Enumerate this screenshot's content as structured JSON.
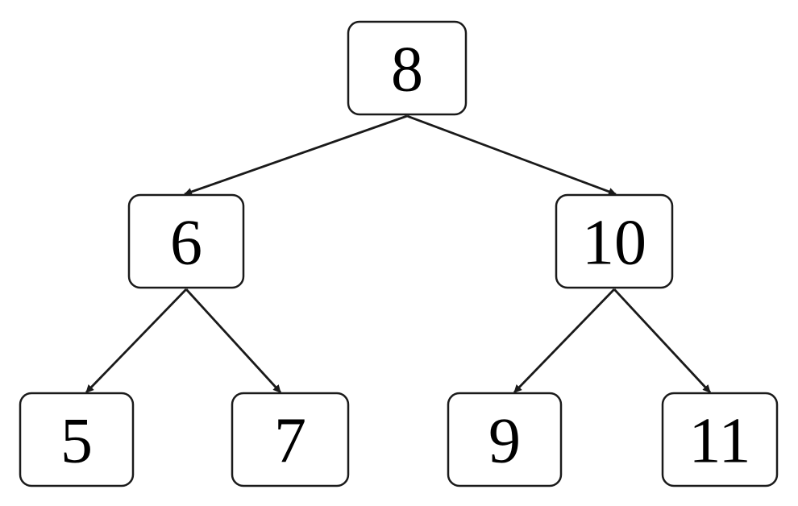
{
  "tree": {
    "nodes": [
      {
        "id": "n8",
        "label": "8"
      },
      {
        "id": "n6",
        "label": "6"
      },
      {
        "id": "n10",
        "label": "10"
      },
      {
        "id": "n5",
        "label": "5"
      },
      {
        "id": "n7",
        "label": "7"
      },
      {
        "id": "n9",
        "label": "9"
      },
      {
        "id": "n11",
        "label": "11"
      }
    ],
    "edges": [
      {
        "from": "n8",
        "to": "n6"
      },
      {
        "from": "n8",
        "to": "n10"
      },
      {
        "from": "n6",
        "to": "n5"
      },
      {
        "from": "n6",
        "to": "n7"
      },
      {
        "from": "n10",
        "to": "n9"
      },
      {
        "from": "n10",
        "to": "n11"
      }
    ]
  }
}
